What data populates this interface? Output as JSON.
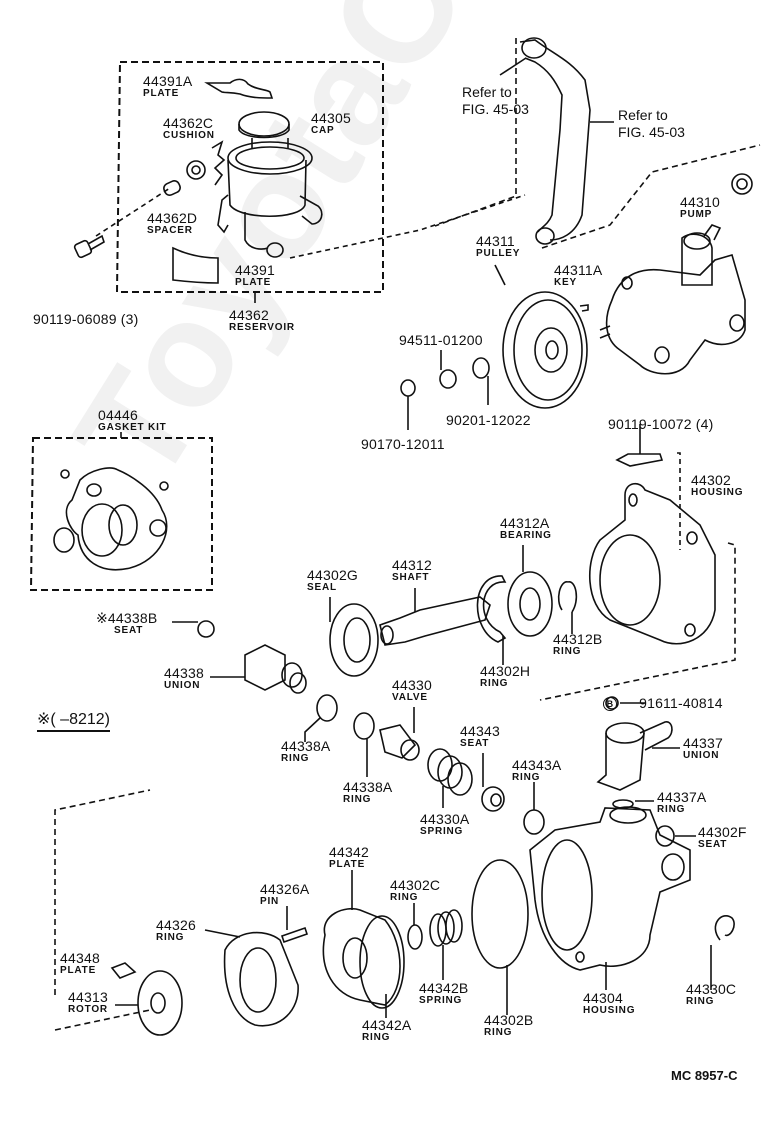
{
  "watermark": "ToyotaCarMaster.ru",
  "figure_code": "MC 8957-C",
  "note": "※(      –8212)",
  "bmark_symbol": "B",
  "refs": [
    {
      "line1": "Refer to",
      "line2": "FIG. 45-03"
    },
    {
      "line1": "Refer to",
      "line2": "FIG. 45-03"
    }
  ],
  "parts": {
    "p44391A": {
      "number": "44391A",
      "name": "PLATE"
    },
    "p44305": {
      "number": "44305",
      "name": "CAP"
    },
    "p44362C": {
      "number": "44362C",
      "name": "CUSHION"
    },
    "p44362D": {
      "number": "44362D",
      "name": "SPACER"
    },
    "p44391": {
      "number": "44391",
      "name": "PLATE"
    },
    "p44362": {
      "number": "44362",
      "name": "RESERVOIR"
    },
    "p90119_06089": {
      "number": "90119-06089 (3)",
      "name": ""
    },
    "p44310": {
      "number": "44310",
      "name": "PUMP"
    },
    "p44311": {
      "number": "44311",
      "name": "PULLEY"
    },
    "p44311A": {
      "number": "44311A",
      "name": "KEY"
    },
    "p94511": {
      "number": "94511-01200",
      "name": ""
    },
    "p90201": {
      "number": "90201-12022",
      "name": ""
    },
    "p90170": {
      "number": "90170-12011",
      "name": ""
    },
    "p90119_10072": {
      "number": "90119-10072 (4)",
      "name": ""
    },
    "p44302": {
      "number": "44302",
      "name": "HOUSING"
    },
    "p04446": {
      "number": "04446",
      "name": "GASKET KIT"
    },
    "p44312A": {
      "number": "44312A",
      "name": "BEARING"
    },
    "p44312": {
      "number": "44312",
      "name": "SHAFT"
    },
    "p44302G": {
      "number": "44302G",
      "name": "SEAL"
    },
    "p44338B": {
      "number": "※44338B",
      "name": "SEAT"
    },
    "p44312B": {
      "number": "44312B",
      "name": "RING"
    },
    "p44302H": {
      "number": "44302H",
      "name": "RING"
    },
    "p44338": {
      "number": "44338",
      "name": "UNION"
    },
    "p44330": {
      "number": "44330",
      "name": "VALVE"
    },
    "p91611": {
      "number": "91611-40814",
      "name": ""
    },
    "p44338A_1": {
      "number": "44338A",
      "name": "RING"
    },
    "p44338A_2": {
      "number": "44338A",
      "name": "RING"
    },
    "p44343": {
      "number": "44343",
      "name": "SEAT"
    },
    "p44343A": {
      "number": "44343A",
      "name": "RING"
    },
    "p44337": {
      "number": "44337",
      "name": "UNION"
    },
    "p44337A": {
      "number": "44337A",
      "name": "RING"
    },
    "p44330A": {
      "number": "44330A",
      "name": "SPRING"
    },
    "p44302F": {
      "number": "44302F",
      "name": "SEAT"
    },
    "p44342": {
      "number": "44342",
      "name": "PLATE"
    },
    "p44326A": {
      "number": "44326A",
      "name": "PIN"
    },
    "p44302C": {
      "number": "44302C",
      "name": "RING"
    },
    "p44326": {
      "number": "44326",
      "name": "RING"
    },
    "p44348": {
      "number": "44348",
      "name": "PLATE"
    },
    "p44313": {
      "number": "44313",
      "name": "ROTOR"
    },
    "p44342B": {
      "number": "44342B",
      "name": "SPRING"
    },
    "p44342A": {
      "number": "44342A",
      "name": "RING"
    },
    "p44302B": {
      "number": "44302B",
      "name": "RING"
    },
    "p44304": {
      "number": "44304",
      "name": "HOUSING"
    },
    "p44330C": {
      "number": "44330C",
      "name": "RING"
    }
  }
}
